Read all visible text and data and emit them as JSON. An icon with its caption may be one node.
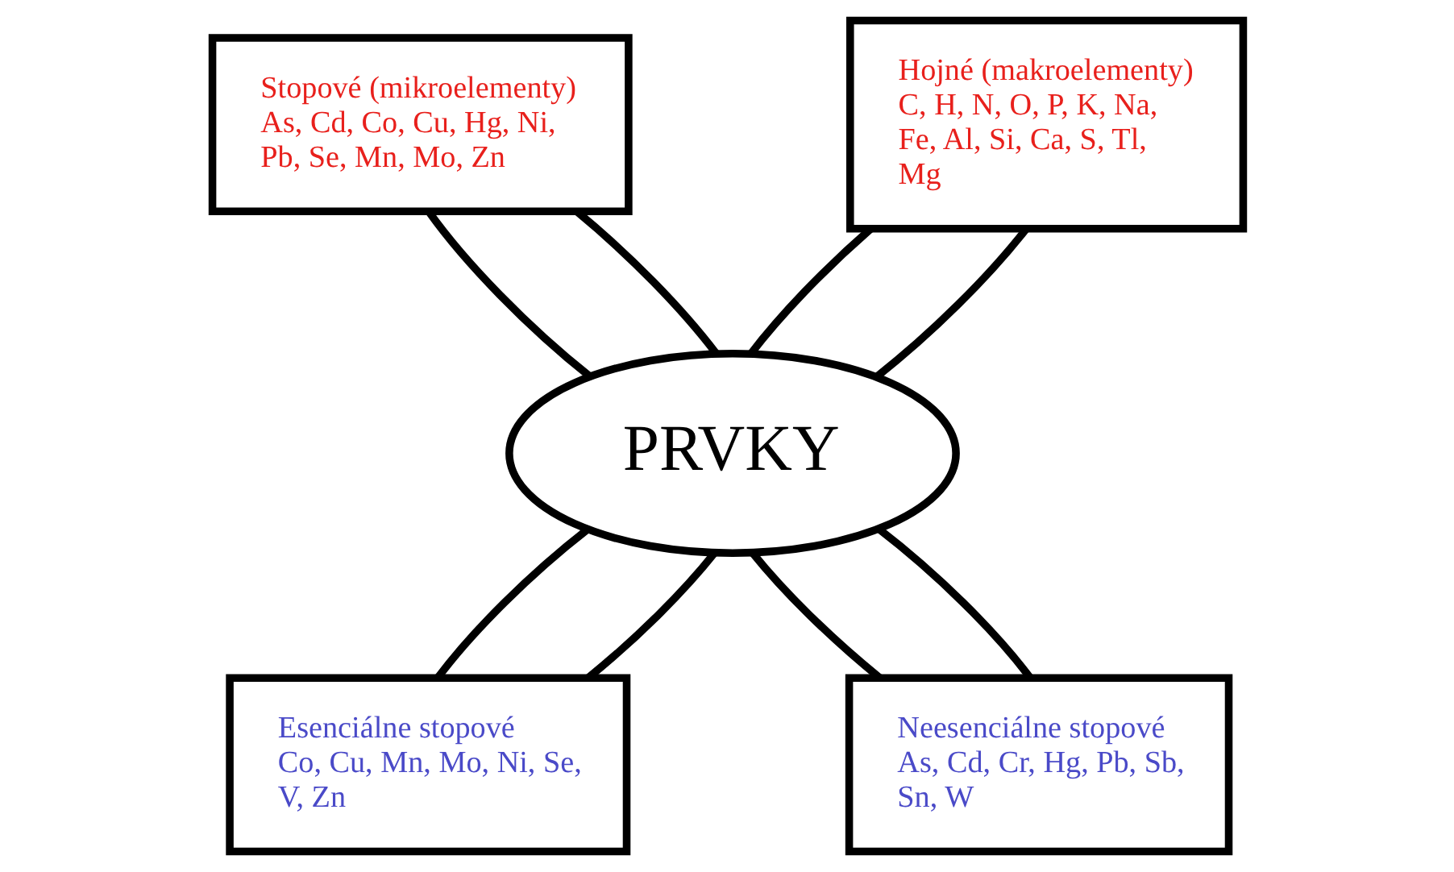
{
  "diagram": {
    "nodes": [
      {
        "text": [
          "Stopové (mikroelementy)",
          "As, Cd, Co, Cu, Hg, Ni, Pb, Se, Mn, Mo, Zn"
        ]
      },
      {
        "text": [
          "Hojné (makroelementy)",
          "C, H, N, O, P, K, Na, Fe, Al, Si, Ca, S, Tl, Mg"
        ]
      },
      {
        "text": [
          "PRVKY"
        ]
      },
      {
        "text": [
          "Esenciálne stopové",
          "Co, Cu, Mn, Mo, Ni, Se, V, Zn"
        ]
      },
      {
        "text": [
          "Neesenciálne stopové",
          "As, Cd, Cr, Hg, Pb, Sb, Sn, W"
        ]
      }
    ],
    "edges": [
      {
        "from": 0,
        "to": 2,
        "arrow": "none"
      },
      {
        "from": 0,
        "to": 2,
        "arrow": "none"
      },
      {
        "from": 1,
        "to": 2,
        "arrow": "none"
      },
      {
        "from": 1,
        "to": 2,
        "arrow": "none"
      },
      {
        "from": 2,
        "to": 3,
        "arrow": "none"
      },
      {
        "from": 2,
        "to": 3,
        "arrow": "none"
      },
      {
        "from": 2,
        "to": 4,
        "arrow": "none"
      },
      {
        "from": 2,
        "to": 4,
        "arrow": "none"
      }
    ]
  }
}
